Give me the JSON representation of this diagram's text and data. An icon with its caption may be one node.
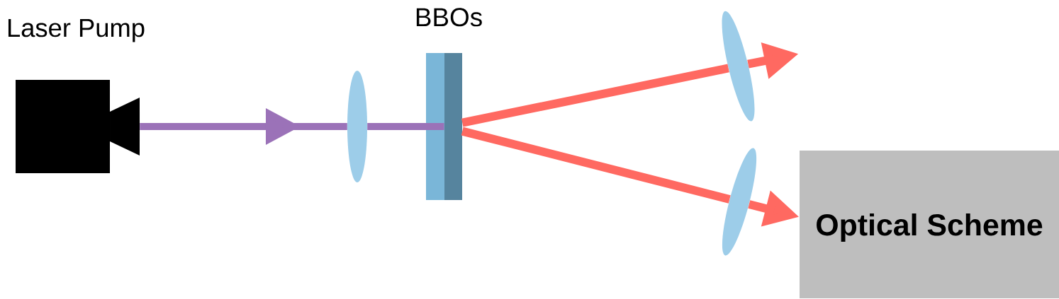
{
  "diagram": {
    "nodes": [
      {
        "text": [
          "Laser Pump"
        ]
      },
      {
        "text": [],
        "shape": "ellipse"
      },
      {
        "text": [
          "BBOs"
        ]
      },
      {
        "text": [],
        "shape": "ellipse"
      },
      {
        "text": [],
        "shape": "ellipse"
      },
      {
        "text": [
          "Optical Scheme"
        ]
      }
    ],
    "edges": [
      {
        "from": 0,
        "to": 1,
        "arrow": "to",
        "color": "#9b72b8"
      },
      {
        "from": 1,
        "to": 2,
        "arrow": "none",
        "color": "#9b72b8"
      },
      {
        "from": 2,
        "to": 3,
        "arrow": "none"
      },
      {
        "from": 3,
        "to": null,
        "arrow": "to"
      },
      {
        "from": 2,
        "to": 4,
        "arrow": "none"
      },
      {
        "from": 4,
        "to": 5,
        "arrow": "to"
      }
    ]
  }
}
